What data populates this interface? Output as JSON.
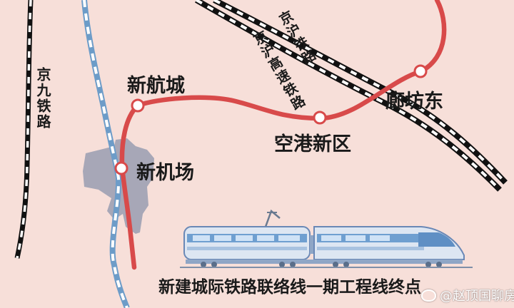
{
  "stations": {
    "xinhangcheng": "新航城",
    "airport": "新机场",
    "konggang": "空港新区",
    "langfang_east": "廊坊东"
  },
  "railways": {
    "jingjiu": "京九铁路",
    "jinghu": "京沪铁路",
    "jinghu_hsr": "京沪高速铁路"
  },
  "caption": "新建城际铁路联络线一期工程线终点",
  "watermark": "@赵顶国聊房",
  "icons": {
    "train": "high-speed-train-icon",
    "watermark_logo": "weibo-logo-icon"
  },
  "colors": {
    "background": "#f7dfd9",
    "intercity_line": "#d84a4a",
    "blue_rail": "#6d9cc8",
    "airport_area": "#a7a7b7",
    "train_body": "#dde6f2"
  }
}
